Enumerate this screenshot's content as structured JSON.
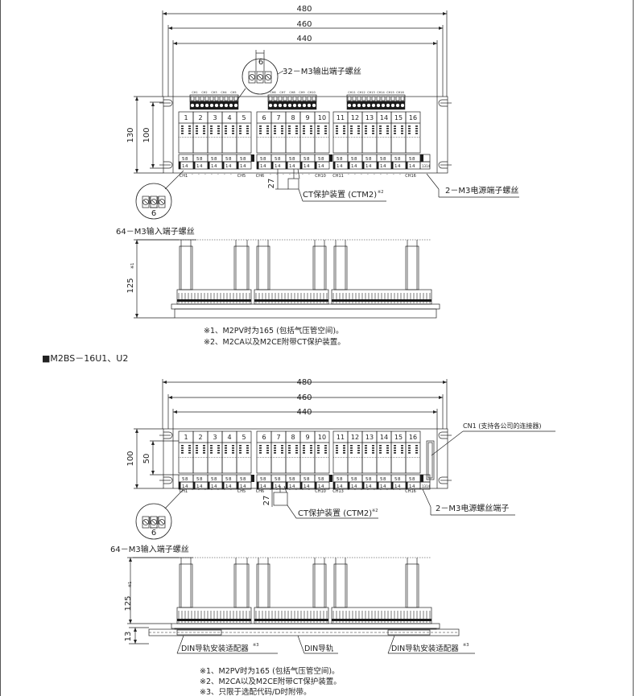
{
  "section1": {
    "dims": {
      "overall_width": "480",
      "mount_width": "460",
      "inner_width": "440",
      "height_total": "130",
      "height_inner": "100",
      "side_height": "125",
      "side_height_note": "※1"
    },
    "output_terminal_label": "32－M3输出端子螺丝",
    "output_pitch": "6",
    "input_terminal_label": "64－M3输入端子螺丝",
    "input_pitch": "6",
    "ct_label": "CT保护装置 (CTM2)",
    "ct_note": "※2",
    "ct_dim": "27",
    "power_label": "2－M3电源端子螺丝",
    "channel_labels": [
      "CH1",
      "CH5",
      "CH6",
      "CH10",
      "CH11",
      "CH16"
    ],
    "notes": [
      "※1、M2PV时为165 (包括气压管空间)。",
      "※2、M2CA以及M2CE附带CT保护装置。"
    ]
  },
  "section2": {
    "title": "■M2BS－16U1、U2",
    "dims": {
      "overall_width": "480",
      "mount_width": "460",
      "inner_width": "440",
      "height_total": "100",
      "height_inner": "50",
      "side_height": "125",
      "side_height_note": "※1",
      "rail_height": "13"
    },
    "connector_label": "CN1 (支持各公司的连接器)",
    "input_terminal_label": "64－M3输入端子螺丝",
    "input_pitch": "6",
    "ct_label": "CT保护装置 (CTM2)",
    "ct_note": "※2",
    "ct_dim": "27",
    "power_label": "2－M3电源螺丝端子",
    "din_adapter_label": "DIN导轨安装适配器",
    "din_adapter_note": "※3",
    "din_rail_label": "DIN导轨",
    "channel_labels": [
      "CH1",
      "CH5",
      "CH6",
      "CH10",
      "CH13",
      "CH16"
    ],
    "notes": [
      "※1、M2PV时为165 (包括气压管空间)。",
      "※2、M2CA以及M2CE附带CT保护装置。",
      "※3、只限于选配代码/D时附带。"
    ]
  },
  "relay_numbers": [
    "1",
    "2",
    "3",
    "4",
    "5",
    "6",
    "7",
    "8",
    "9",
    "10",
    "11",
    "12",
    "13",
    "14",
    "15",
    "16"
  ],
  "terminal_top_labels": [
    "5",
    "8"
  ],
  "terminal_bottom_labels": [
    "1",
    "4"
  ],
  "power_terminal_labels": [
    "13",
    "14"
  ],
  "output_channel_labels": [
    "CH1",
    "CH2",
    "CH3",
    "CH4",
    "CH5",
    "CH6",
    "CH7",
    "CH8",
    "CH9",
    "CH10",
    "CH11",
    "CH12",
    "CH13",
    "CH14",
    "CH15",
    "CH16"
  ],
  "colors": {
    "line": "#222222",
    "terminal_dark": "#1a1a1a"
  }
}
